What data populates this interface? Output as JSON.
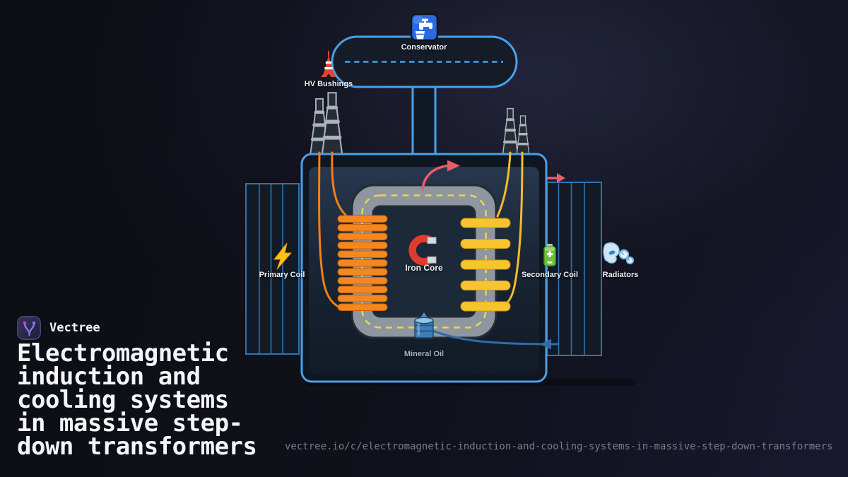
{
  "brand": {
    "name": "Vectree",
    "logo_icon": "vectree-branch-icon"
  },
  "title": {
    "text": "Electromagnetic\ninduction and\ncooling systems\nin massive step-\ndown transformers"
  },
  "footer": {
    "url": "vectree.io/c/electromagnetic-induction-and-cooling-systems-in-massive-step-down-transformers"
  },
  "diagram": {
    "nodes": {
      "conservator": {
        "label": "Conservator",
        "icon": "potable-water-icon"
      },
      "hv_bushings": {
        "label": "HV Bushings",
        "icon": "tokyo-tower-icon"
      },
      "primary_coil": {
        "label": "Primary Coil",
        "icon": "lightning-icon"
      },
      "secondary_coil": {
        "label": "Secondary Coil",
        "icon": "battery-icon"
      },
      "radiators": {
        "label": "Radiators",
        "icon": "wind-face-icon"
      },
      "iron_core": {
        "label": "Iron Core",
        "icon": "magnet-icon"
      },
      "mineral_oil": {
        "label": "Mineral Oil",
        "icon": "oil-drum-icon"
      }
    },
    "windings": {
      "primary_turns": 11,
      "secondary_turns": 5
    },
    "colors": {
      "tank_border": "#4aa0e8",
      "radiator_panel_border": "#2f72b0",
      "primary_winding": "#f6871f",
      "secondary_winding": "#f5c42e",
      "flux_path_dash": "#ead54e",
      "core_gray": "#8e96a0",
      "heat_arrow_red": "#e85d68",
      "oil_flow_blue": "#2e6da8",
      "conservator_icon_blue": "#2a6ae0",
      "brand_purple": "#8b7ff0",
      "brand_magenta": "#cf3df0"
    }
  }
}
